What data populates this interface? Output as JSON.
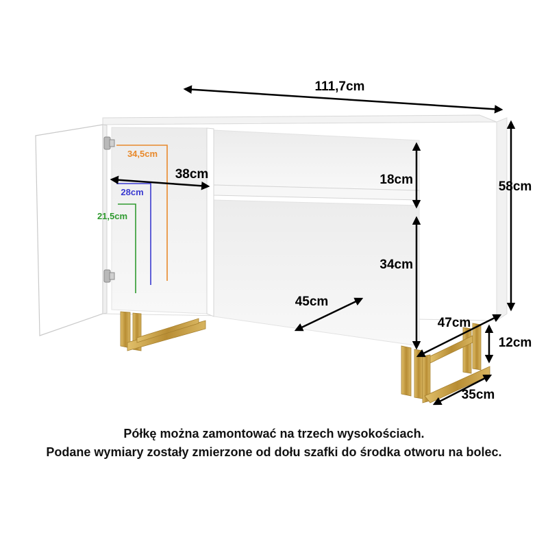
{
  "dimensions": {
    "width_total": "111,7cm",
    "height_total": "58cm",
    "shelf_upper": "18cm",
    "shelf_lower": "34cm",
    "inner_depth_left": "38cm",
    "inner_depth_right": "45cm",
    "depth_total": "47cm",
    "leg_height": "12cm",
    "leg_depth": "35cm",
    "shelf_pos_1": "34,5cm",
    "shelf_pos_2": "28cm",
    "shelf_pos_3": "21,5cm"
  },
  "colors": {
    "orange": "#e8892b",
    "blue": "#3a3ad0",
    "green": "#2f9a2f",
    "gold": "#c9a24d",
    "gold_dark": "#a57f2e"
  },
  "caption": {
    "line1": "Półkę można zamontować na trzech wysokościach.",
    "line2": "Podane wymiary zostały zmierzone od dołu szafki do środka otworu na bolec."
  }
}
